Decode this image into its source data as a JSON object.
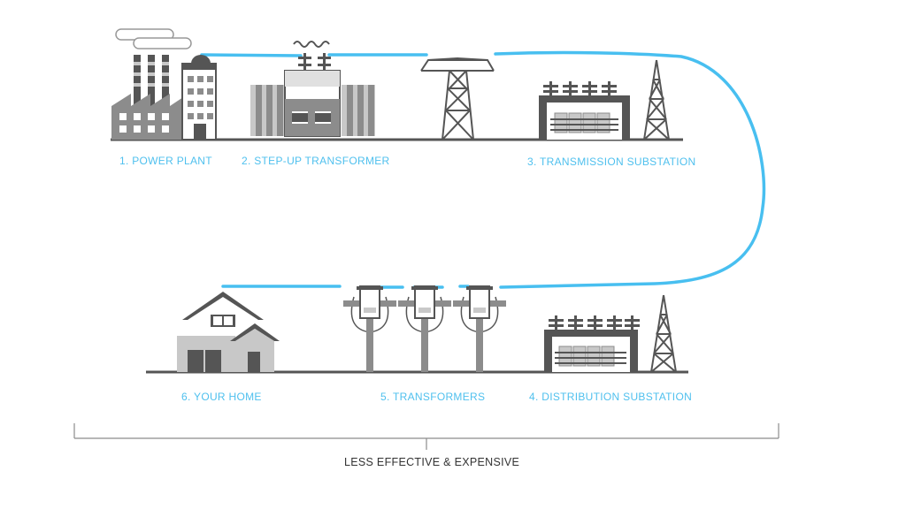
{
  "colors": {
    "line": "#48bff0",
    "label": "#4fc0ee",
    "dark": "#555555",
    "mid": "#8c8c8c",
    "light": "#c8c8c8"
  },
  "stages": [
    {
      "label": "1. POWER PLANT",
      "icon": "power-plant-icon"
    },
    {
      "label": "2. STEP-UP TRANSFORMER",
      "icon": "step-up-transformer-icon"
    },
    {
      "label": "3. TRANSMISSION SUBSTATION",
      "icon": "transmission-substation-icon"
    },
    {
      "label": "4. DISTRIBUTION SUBSTATION",
      "icon": "distribution-substation-icon"
    },
    {
      "label": "5. TRANSFORMERS",
      "icon": "pole-transformers-icon"
    },
    {
      "label": "6. YOUR HOME",
      "icon": "house-icon"
    }
  ],
  "bracket": {
    "label": "LESS EFFECTIVE & EXPENSIVE"
  }
}
